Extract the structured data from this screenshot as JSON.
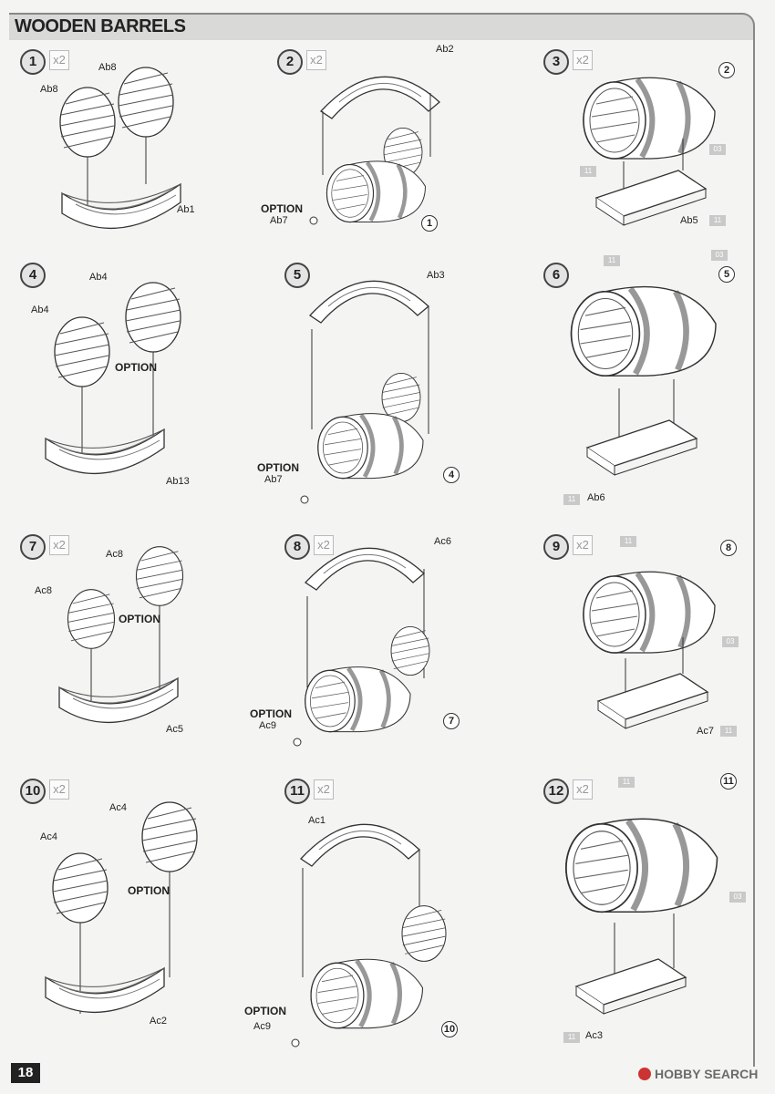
{
  "header": {
    "title": "WOODEN BARRELS"
  },
  "steps": [
    {
      "num": "1",
      "times": "x2"
    },
    {
      "num": "2",
      "times": "x2"
    },
    {
      "num": "3",
      "times": "x2"
    },
    {
      "num": "4",
      "times": ""
    },
    {
      "num": "5",
      "times": ""
    },
    {
      "num": "6",
      "times": ""
    },
    {
      "num": "7",
      "times": "x2"
    },
    {
      "num": "8",
      "times": "x2"
    },
    {
      "num": "9",
      "times": "x2"
    },
    {
      "num": "10",
      "times": "x2"
    },
    {
      "num": "11",
      "times": "x2"
    },
    {
      "num": "12",
      "times": "x2"
    }
  ],
  "labels": {
    "s1": {
      "a": "Ab8",
      "b": "Ab8",
      "c": "Ab1"
    },
    "s2": {
      "a": "Ab2",
      "opt": "OPTION",
      "b": "Ab7",
      "ref": "1"
    },
    "s3": {
      "ref": "2",
      "paint_a": "03",
      "paint_b": "11",
      "c": "Ab5",
      "paint_c": "11"
    },
    "s4": {
      "a": "Ab4",
      "b": "Ab4",
      "opt": "OPTION",
      "c": "Ab13"
    },
    "s5": {
      "a": "Ab3",
      "opt": "OPTION",
      "b": "Ab7",
      "ref": "4"
    },
    "s6": {
      "paint_a": "03",
      "paint_b": "11",
      "ref": "5",
      "paint_c": "11",
      "c": "Ab6"
    },
    "s7": {
      "a": "Ac8",
      "b": "Ac8",
      "opt": "OPTION",
      "c": "Ac5"
    },
    "s8": {
      "a": "Ac6",
      "opt": "OPTION",
      "b": "Ac9",
      "ref": "7"
    },
    "s9": {
      "paint_b": "11",
      "ref": "8",
      "paint_a": "03",
      "c": "Ac7",
      "paint_c": "11"
    },
    "s10": {
      "a": "Ac4",
      "b": "Ac4",
      "opt": "OPTION",
      "c": "Ac2"
    },
    "s11": {
      "a": "Ac1",
      "opt": "OPTION",
      "b": "Ac9",
      "ref": "10"
    },
    "s12": {
      "paint_b": "11",
      "ref": "11",
      "paint_a": "03",
      "paint_c": "11",
      "c": "Ac3"
    }
  },
  "footer": {
    "page_number": "18",
    "watermark": "HOBBY SEARCH"
  }
}
